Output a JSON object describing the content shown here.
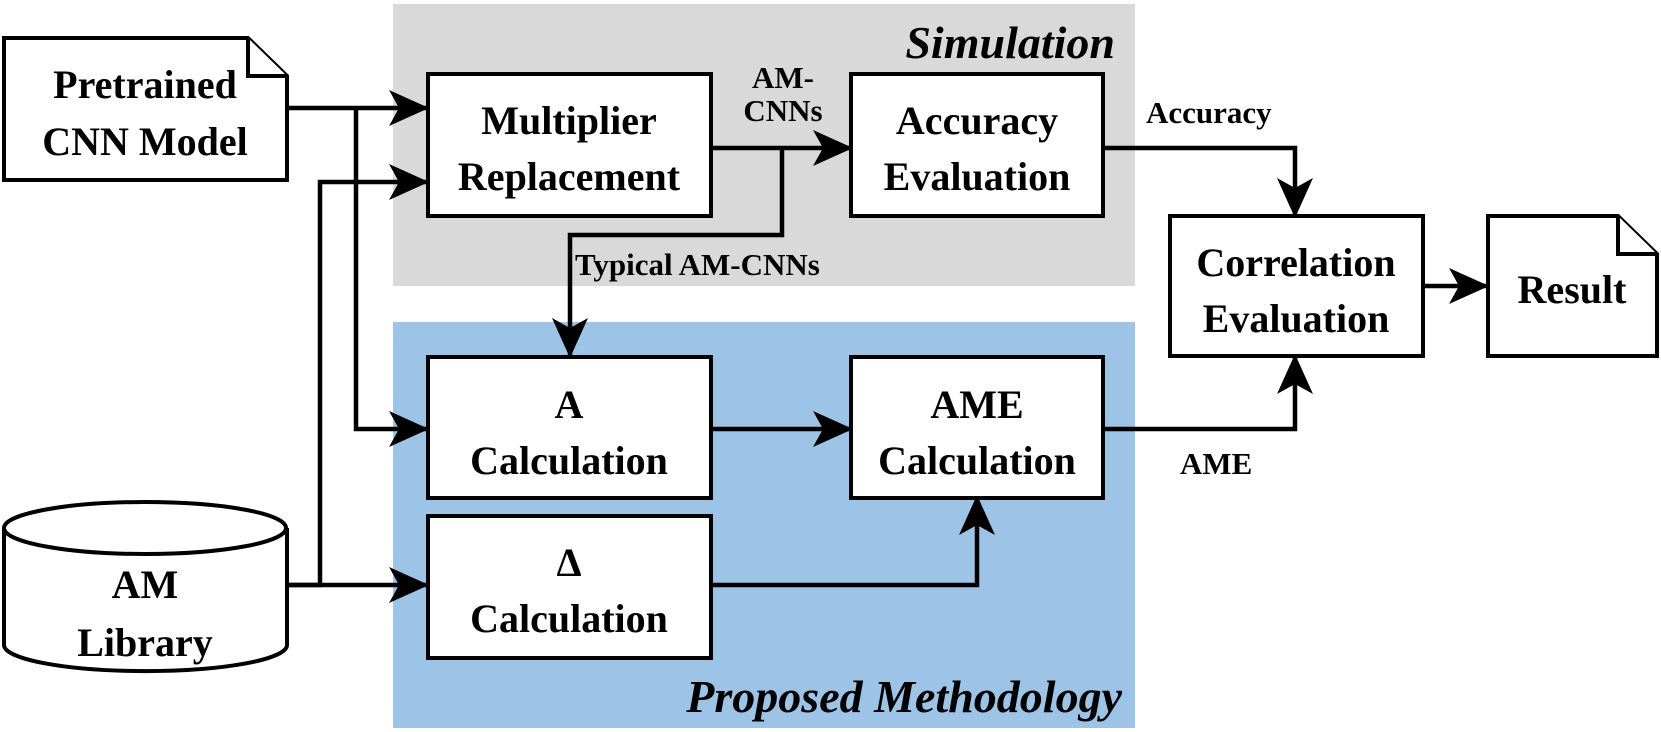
{
  "diagram": {
    "regions": {
      "simulation": {
        "title": "Simulation",
        "color": "#d9d9d9"
      },
      "proposed": {
        "title": "Proposed Methodology",
        "color": "#9dc3e6"
      }
    },
    "nodes": {
      "pretrained": {
        "line1": "Pretrained",
        "line2": "CNN Model",
        "shape": "document"
      },
      "am_library": {
        "line1": "AM",
        "line2": "Library",
        "shape": "cylinder"
      },
      "multiplier": {
        "line1": "Multiplier",
        "line2": "Replacement"
      },
      "accuracy_eval": {
        "line1": "Accuracy",
        "line2": "Evaluation"
      },
      "a_calc": {
        "line1": "A",
        "line2": "Calculation"
      },
      "delta_calc": {
        "line1": "Δ",
        "line2": "Calculation"
      },
      "ame_calc": {
        "line1": "AME",
        "line2": "Calculation"
      },
      "correlation": {
        "line1": "Correlation",
        "line2": "Evaluation"
      },
      "result": {
        "line1": "Result",
        "shape": "document"
      }
    },
    "edge_labels": {
      "am_cnns_1": "AM-",
      "am_cnns_2": "CNNs",
      "typical": "Typical AM-CNNs",
      "accuracy": "Accuracy",
      "ame": "AME"
    }
  }
}
